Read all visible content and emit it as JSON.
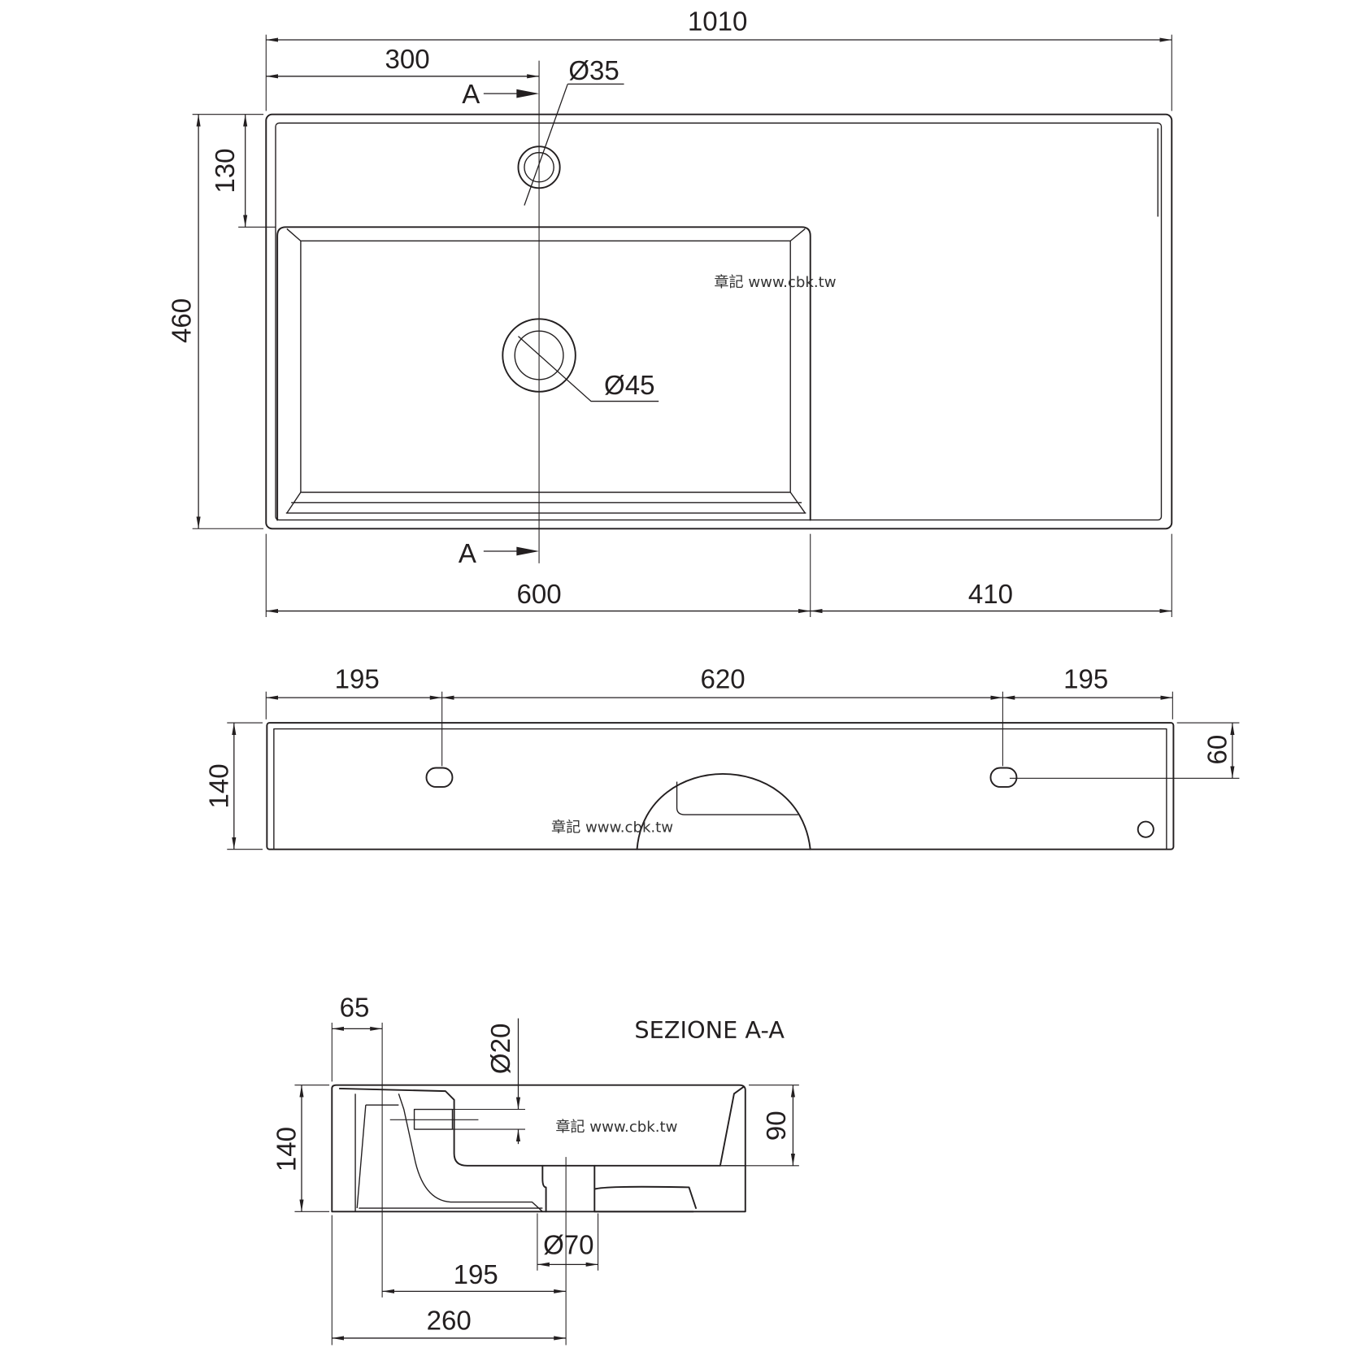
{
  "top_view": {
    "overall_width": "1010",
    "tap_offset": "300",
    "tap_hole": "Ø35",
    "section_mark_top": "A",
    "section_mark_bottom": "A",
    "back_depth": "130",
    "overall_depth": "460",
    "drain_hole": "Ø45",
    "basin_width": "600",
    "shelf_width": "410",
    "watermark": "章記 www.cbk.tw"
  },
  "front_view": {
    "left_offset": "195",
    "hole_spacing": "620",
    "right_offset": "195",
    "height": "140",
    "hole_height": "60",
    "watermark": "章記 www.cbk.tw"
  },
  "section": {
    "title": "SEZIONE A-A",
    "rim_width": "65",
    "overflow": "Ø20",
    "height": "140",
    "basin_depth": "90",
    "waste": "Ø70",
    "drain_offset_inner": "195",
    "drain_offset_outer": "260",
    "watermark": "章記 www.cbk.tw"
  }
}
